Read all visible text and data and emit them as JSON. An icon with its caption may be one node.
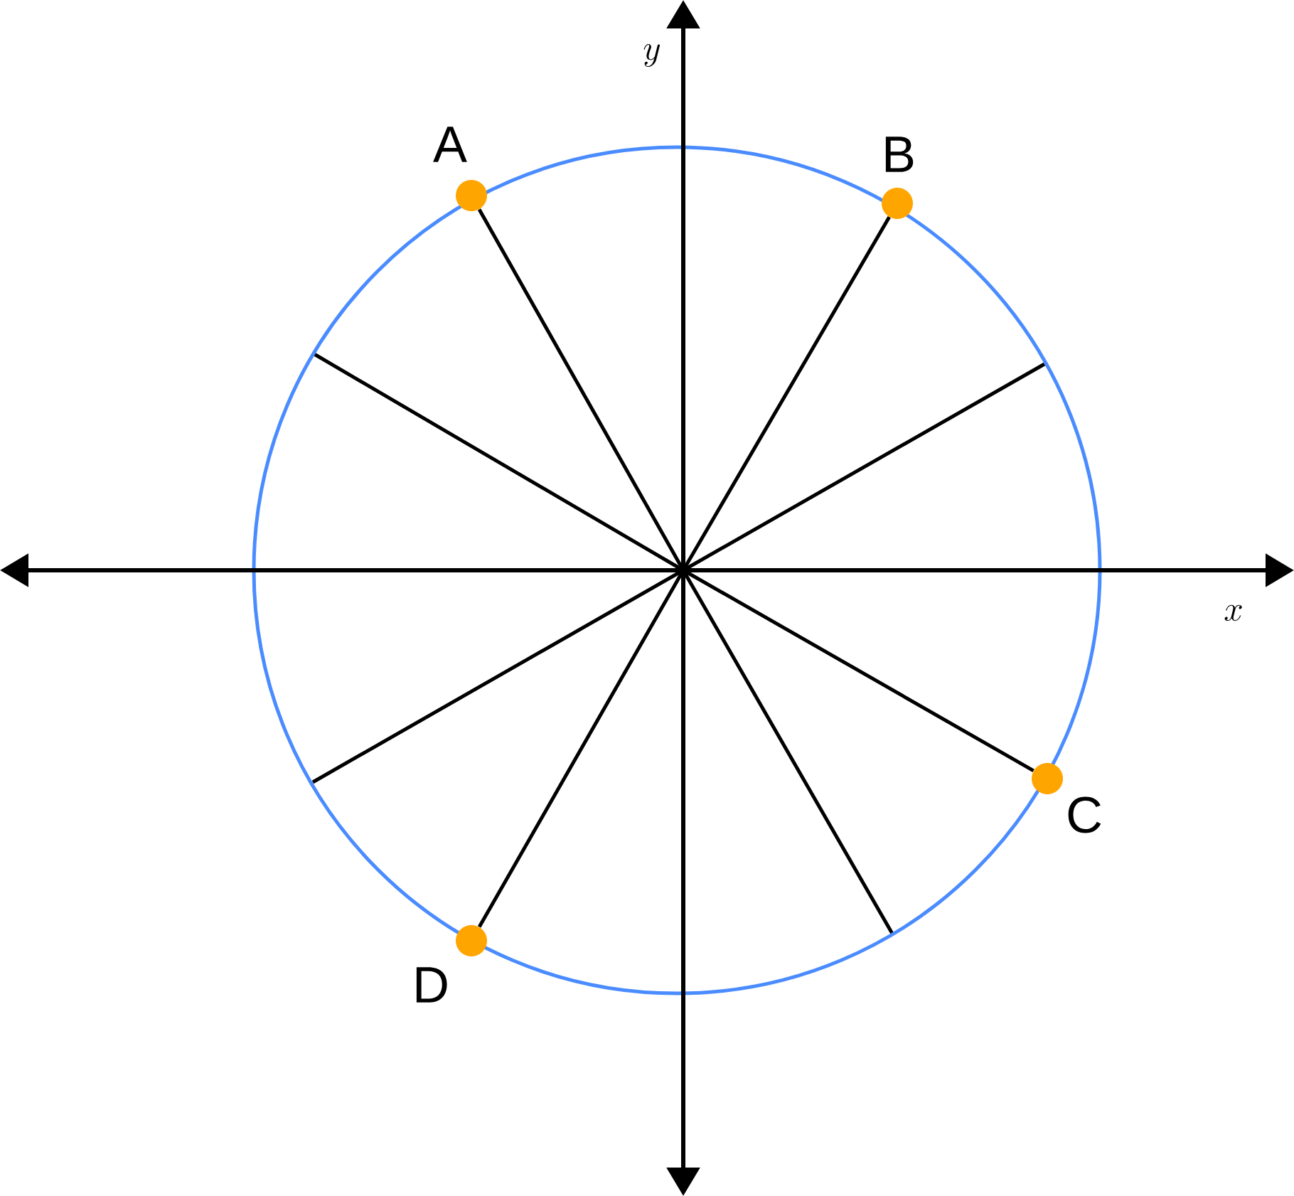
{
  "diagram": {
    "nodes": [
      {
        "text": [],
        "shape": "circle",
        "beside": [
          "A"
        ]
      },
      {
        "text": [],
        "shape": "circle",
        "beside": [
          "B"
        ]
      },
      {
        "text": [],
        "shape": "circle",
        "beside": [
          "C"
        ]
      },
      {
        "text": [],
        "shape": "circle",
        "beside": [
          "D"
        ]
      }
    ],
    "edges": [
      {
        "from": null,
        "to": 0,
        "arrow": "none"
      },
      {
        "from": null,
        "to": 1,
        "arrow": "none"
      },
      {
        "from": null,
        "to": 2,
        "arrow": "none"
      },
      {
        "from": null,
        "to": 3,
        "arrow": "none"
      }
    ],
    "labels": [
      "y",
      "x"
    ]
  }
}
